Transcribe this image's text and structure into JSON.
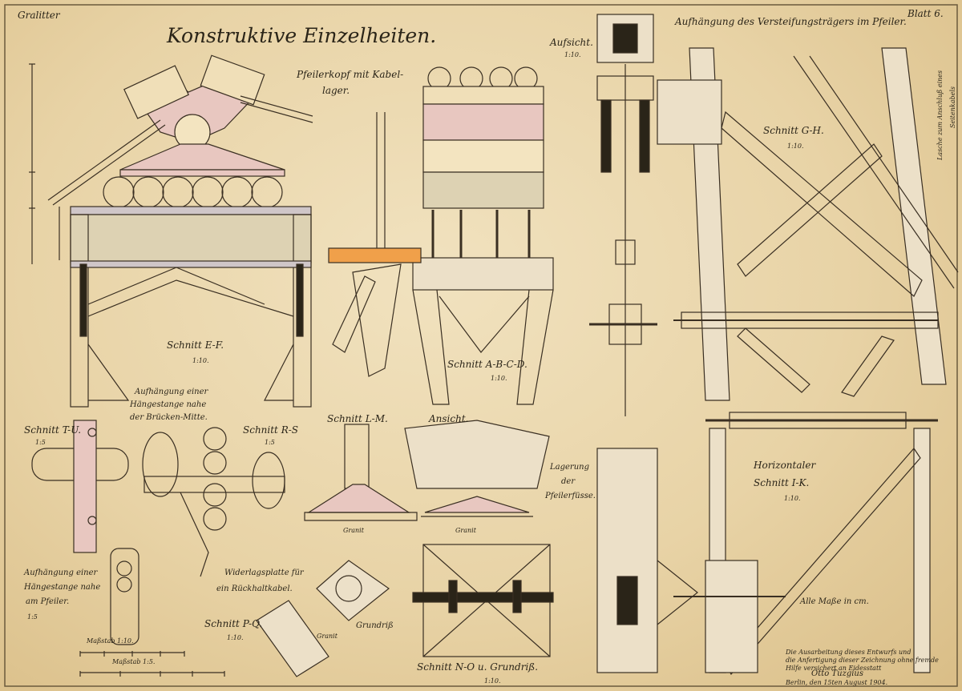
{
  "sheet": {
    "author_top_left": "Gralitter",
    "sheet_no": "Blatt 6.",
    "title": "Konstruktive Einzelheiten.",
    "labels": {
      "pfeilerkopf": "Pfeilerkopf mit Kabel-",
      "pfeilerkopf2": "lager.",
      "aufsicht": "Aufsicht.",
      "aufsicht_scale": "1:10.",
      "aufhaengung_top": "Aufhängung des Versteifungsträgers im Pfeiler.",
      "schnitt_gh": "Schnitt G-H.",
      "schnitt_gh_scale": "1:10.",
      "schnitt_ef": "Schnitt E-F.",
      "schnitt_ef_scale": "1:10.",
      "schnitt_abcd": "Schnitt A-B-C-D.",
      "schnitt_abcd_scale": "1:10.",
      "aufh_mitte1": "Aufhängung einer",
      "aufh_mitte2": "Hängestange nahe",
      "aufh_mitte3": "der Brücken-Mitte.",
      "schnitt_tu": "Schnitt T-U.",
      "schnitt_tu_scale": "1:5",
      "schnitt_rs": "Schnitt R-S",
      "schnitt_rs_scale": "1:5",
      "schnitt_lm": "Schnitt L-M.",
      "ansicht": "Ansicht.",
      "lagerung1": "Lagerung",
      "lagerung2": "der",
      "lagerung3": "Pfeilerfüsse.",
      "horizontaler": "Horizontaler",
      "schnitt_ik": "Schnitt I-K.",
      "schnitt_ik_scale": "1:10.",
      "alle_masse": "Alle Maße in cm.",
      "aufh_pfeiler1": "Aufhängung einer",
      "aufh_pfeiler2": "Hängestange nahe",
      "aufh_pfeiler3": "am Pfeiler.",
      "aufh_pfeiler_scale": "1:5",
      "widerlager1": "Widerlagsplatte für",
      "widerlager2": "ein Rückhaltkabel.",
      "schnitt_pq": "Schnitt P-Q.",
      "schnitt_pq_scale": "1:10.",
      "grundriss": "Grundriß",
      "schnitt_no": "Schnitt N-O u. Grundriß.",
      "schnitt_no_scale": "1:10.",
      "massstab1": "Maßstab 1:10.",
      "massstab2": "Maßstab 1:5.",
      "granit1": "Granit",
      "granit2": "Granit",
      "granit3": "Granit",
      "laschen1": "Lasche zum Anschluß eines",
      "laschen2": "Seitenkabels",
      "stamp1": "Die Ausarbeitung dieses Entwurfs und",
      "stamp2": "die Anfertigung dieser Zeichnung ohne fremde",
      "stamp3": "Hilfe versichert an Eidesstatt",
      "signature": "Otto Tuzgius",
      "date_line": "Berlin, den 15ten August 1904."
    }
  }
}
